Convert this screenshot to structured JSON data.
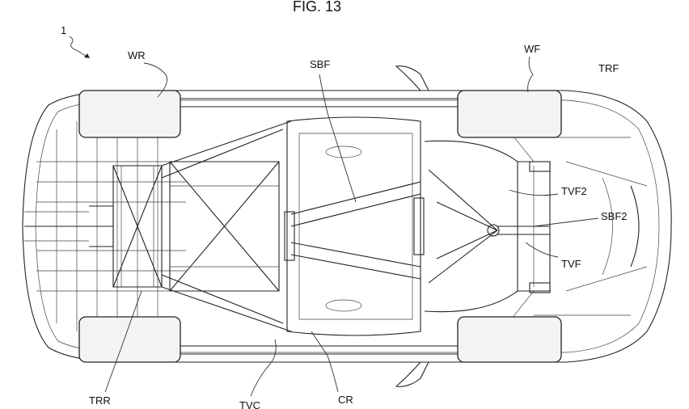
{
  "figure": {
    "title": "FIG. 13",
    "ref_number": "1",
    "labels": {
      "wr": "WR",
      "sbf": "SBF",
      "wf": "WF",
      "trf": "TRF",
      "tvf2": "TVF2",
      "sbf2": "SBF2",
      "tvf": "TVF",
      "trr": "TRR",
      "tvc": "TVC",
      "cr": "CR"
    }
  }
}
